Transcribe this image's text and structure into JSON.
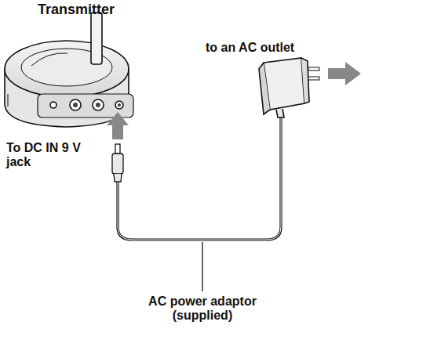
{
  "diagram": {
    "labels": [
      "Transmitter",
      "to an AC outlet",
      "To DC IN 9 V jack",
      "AC power adaptor (supplied)"
    ]
  }
}
